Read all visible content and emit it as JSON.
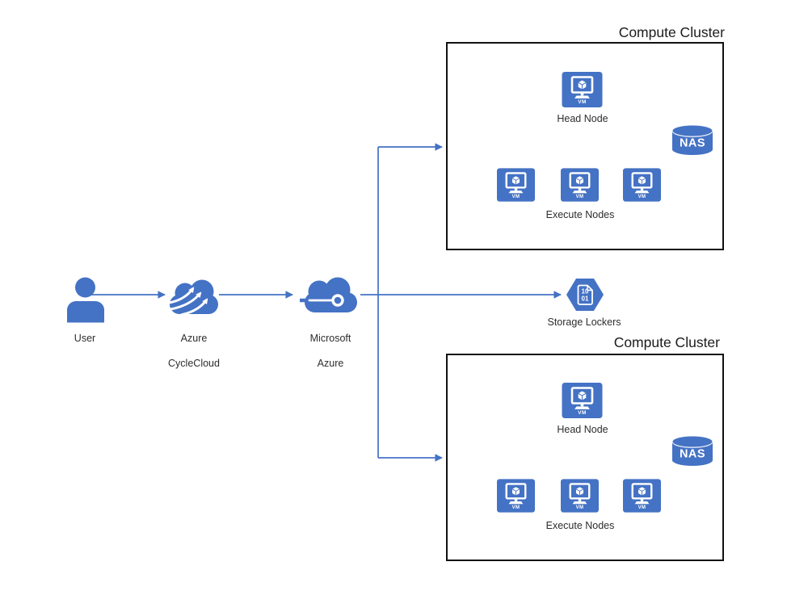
{
  "shared": {
    "vm_label": "VM"
  },
  "flow": {
    "user": {
      "label": "User"
    },
    "cyclecloud": {
      "line1": "Azure",
      "line2": "CycleCloud"
    },
    "azure": {
      "line1": "Microsoft",
      "line2": "Azure"
    },
    "storage": {
      "label": "Storage Lockers",
      "doc_line1": "10",
      "doc_line2": "01"
    }
  },
  "clusters": [
    {
      "title": "Compute Cluster",
      "head_node_label": "Head Node",
      "execute_nodes_label": "Execute Nodes",
      "nas_label": "NAS"
    },
    {
      "title": "Compute Cluster",
      "head_node_label": "Head Node",
      "execute_nodes_label": "Execute Nodes",
      "nas_label": "NAS"
    }
  ],
  "colors": {
    "primary_blue": "#4472C4",
    "connector_blue": "#4472C4",
    "box_border": "#111111",
    "label_text": "#2d2d2d",
    "title_text": "#1c1c1c"
  }
}
